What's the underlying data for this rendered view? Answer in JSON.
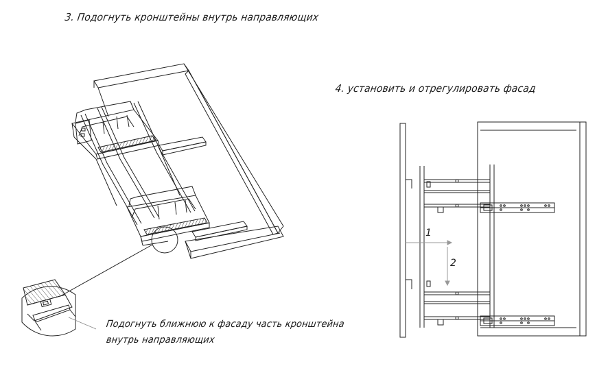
{
  "steps": {
    "step3": "3. Подогнуть кронштейны внутрь направляющих",
    "step4": "4. установить и отрегулировать фасад"
  },
  "callout": {
    "line1": "Подогнуть ближнюю к фасаду часть кронштейна",
    "line2": "внутрь направляющих"
  },
  "arrows": {
    "arrow1": "1",
    "arrow2": "2"
  }
}
